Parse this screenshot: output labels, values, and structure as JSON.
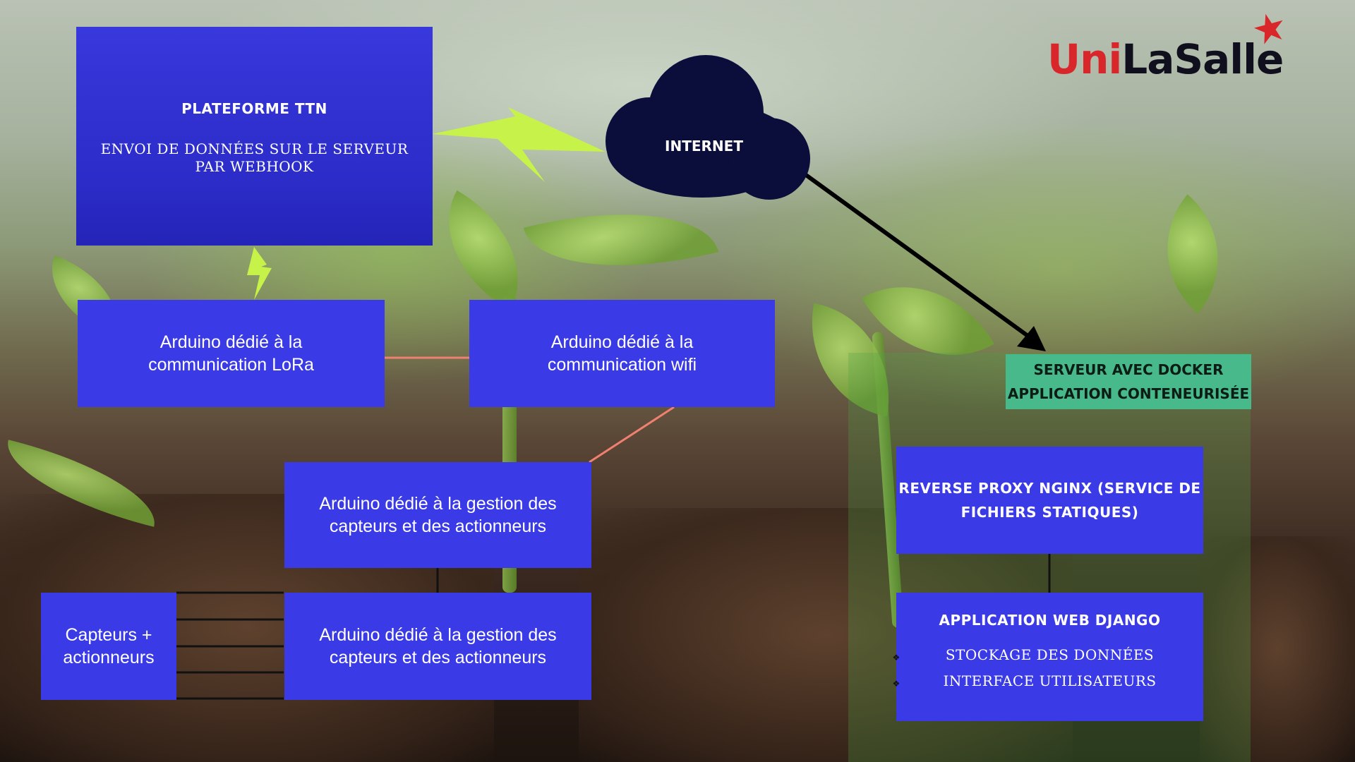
{
  "background": {
    "description_color": "#5a4636"
  },
  "colors": {
    "box_blue": "#3a3ae6",
    "cloud_navy": "#0b0d3a",
    "lightning_green": "#c6f24a",
    "docker_label_green": "#47b98a",
    "salmon_line": "#f08070",
    "logo_red": "#d9262a"
  },
  "logo": {
    "part1": "Uni",
    "part2": "LaSalle",
    "star_icon": "red-star-icon"
  },
  "ttn": {
    "title": "PLATEFORME TTN",
    "line1": "ENVOI DE DONNÉES SUR LE SERVEUR",
    "line2": "PAR WEBHOOK"
  },
  "cloud": {
    "label": "INTERNET"
  },
  "arduino_lora": {
    "line1": "Arduino dédié à la",
    "line2": "communication LoRa"
  },
  "arduino_wifi": {
    "line1": "Arduino dédié à la",
    "line2": "communication wifi"
  },
  "arduino_gestion_1": {
    "line1": "Arduino dédié à la gestion des",
    "line2": "capteurs et des actionneurs"
  },
  "arduino_gestion_2": {
    "line1": "Arduino dédié à la gestion des",
    "line2": "capteurs et des actionneurs"
  },
  "capteurs": {
    "line1": "Capteurs +",
    "line2": "actionneurs"
  },
  "docker": {
    "line1": "SERVEUR AVEC DOCKER",
    "line2": "APPLICATION CONTENEURISÉE"
  },
  "nginx": {
    "line1": "REVERSE PROXY NGINX (SERVICE DE",
    "line2": "FICHIERS STATIQUES)"
  },
  "django": {
    "title": "APPLICATION WEB DJANGO",
    "items": [
      "STOCKAGE DES DONNÉES",
      "INTERFACE UTILISATEURS"
    ],
    "bullet_icon": "diamond-bullet-icon"
  }
}
